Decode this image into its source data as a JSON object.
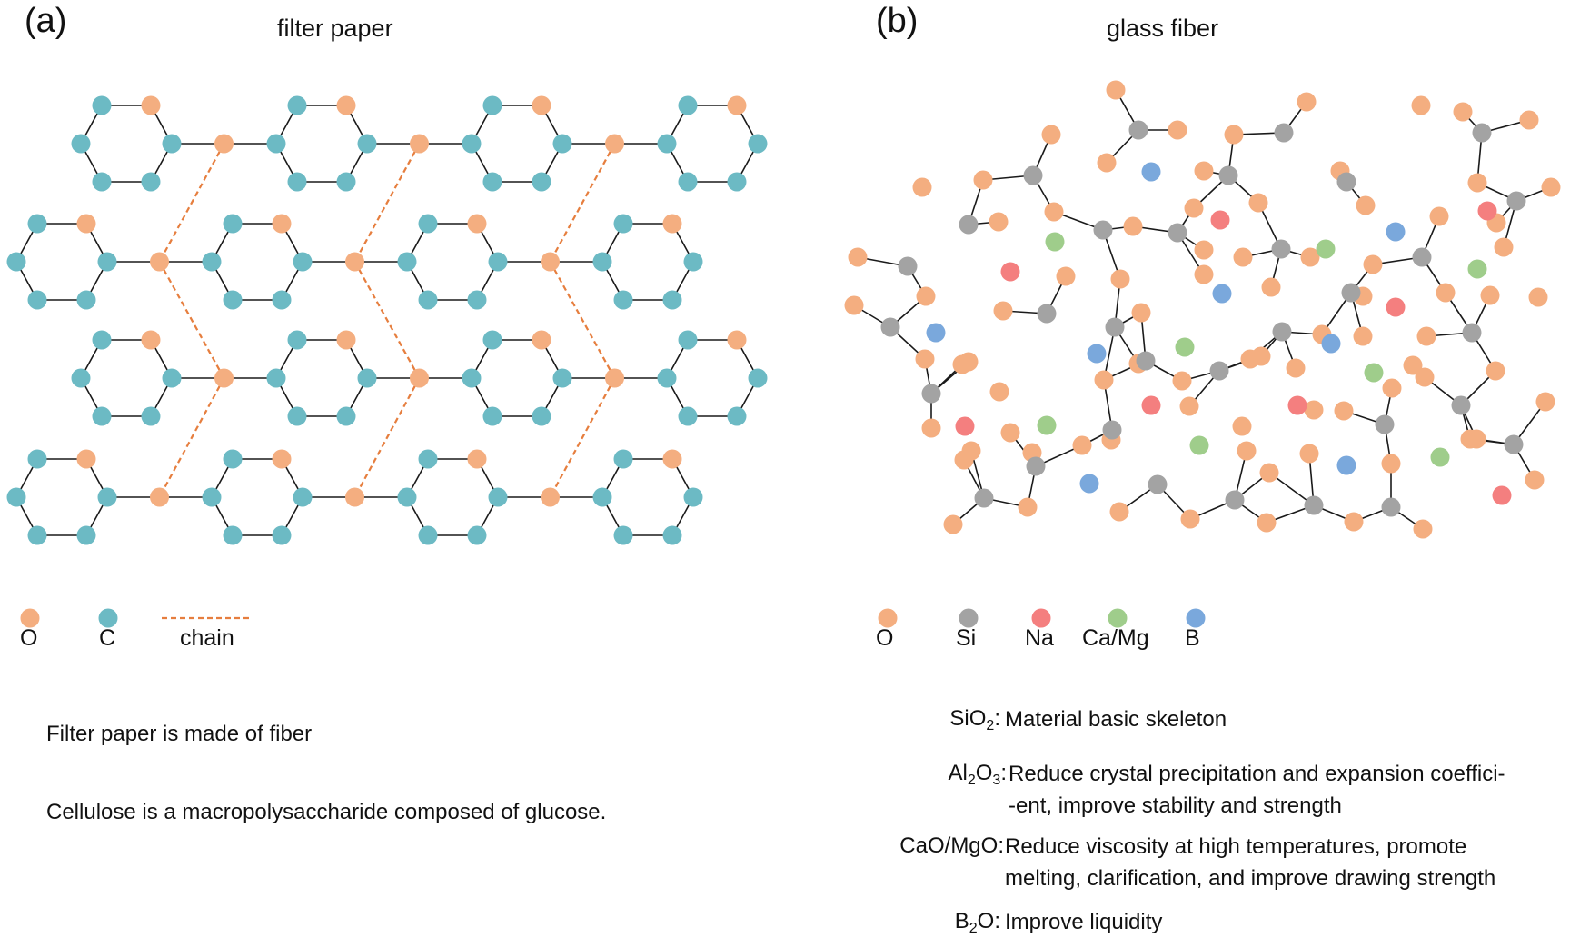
{
  "colors": {
    "oxygen": "#f4ae80",
    "carbon": "#6cbac4",
    "silicon": "#a3a3a3",
    "sodium": "#f47f7f",
    "calcium_magnesium": "#9fcd8b",
    "boron": "#7aa8dc",
    "chain": "#e67e3e",
    "bond": "#1a1a1a"
  },
  "panel_a": {
    "label": "(a)",
    "title": "filter paper",
    "legend": [
      {
        "symbol": "O",
        "color": "#f4ae80",
        "kind": "dot"
      },
      {
        "symbol": "C",
        "color": "#6cbac4",
        "kind": "dot"
      },
      {
        "symbol": "chain",
        "color": "#e67e3e",
        "kind": "dashed-line"
      }
    ],
    "paragraphs": [
      "Filter paper is made of fiber",
      "Cellulose is a macropolysaccharide composed of glucose."
    ]
  },
  "panel_b": {
    "label": "(b)",
    "title": "glass fiber",
    "legend": [
      {
        "symbol": "O",
        "color": "#f4ae80"
      },
      {
        "symbol": "Si",
        "color": "#a3a3a3"
      },
      {
        "symbol": "Na",
        "color": "#f47f7f"
      },
      {
        "symbol": "Ca/Mg",
        "color": "#9fcd8b"
      },
      {
        "symbol": "B",
        "color": "#7aa8dc"
      }
    ],
    "roles": [
      {
        "name_main": "SiO",
        "name_sub": "2",
        "name_main2": "",
        "name_sub2": "",
        "name_tail": ":",
        "line1": "Material basic skeleton",
        "line2": ""
      },
      {
        "name_main": "Al",
        "name_sub": "2",
        "name_main2": "O",
        "name_sub2": "3",
        "name_tail": ":",
        "line1": "Reduce crystal precipitation and expansion coeffici-",
        "line2": "-ent, improve stability and strength"
      },
      {
        "name_main": "CaO/MgO",
        "name_sub": "",
        "name_main2": "",
        "name_sub2": "",
        "name_tail": ":",
        "line1": "Reduce viscosity at high temperatures, promote",
        "line2": "melting, clarification, and improve drawing strength"
      },
      {
        "name_main": "B",
        "name_sub": "2",
        "name_main2": "O",
        "name_sub2": "",
        "name_tail": ":",
        "line1": "Improve liquidity",
        "line2": ""
      }
    ]
  }
}
